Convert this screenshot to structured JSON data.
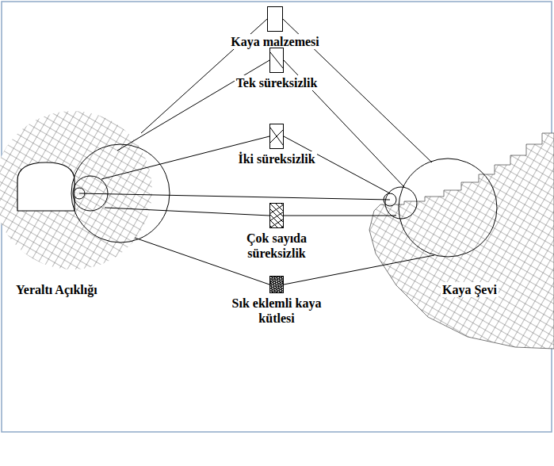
{
  "diagram": {
    "nodes": [
      {
        "text": [
          "Kaya malzemesi"
        ]
      },
      {
        "text": [
          "Tek süreksizlik"
        ]
      },
      {
        "text": [
          "İki süreksizlik"
        ]
      },
      {
        "text": [
          "Çok sayıda süreksizlik"
        ]
      },
      {
        "text": [
          "Sık eklemli kaya kütlesi"
        ]
      }
    ],
    "labels": [
      "Yeraltı Açıklığı",
      "Kaya Şevi"
    ]
  }
}
